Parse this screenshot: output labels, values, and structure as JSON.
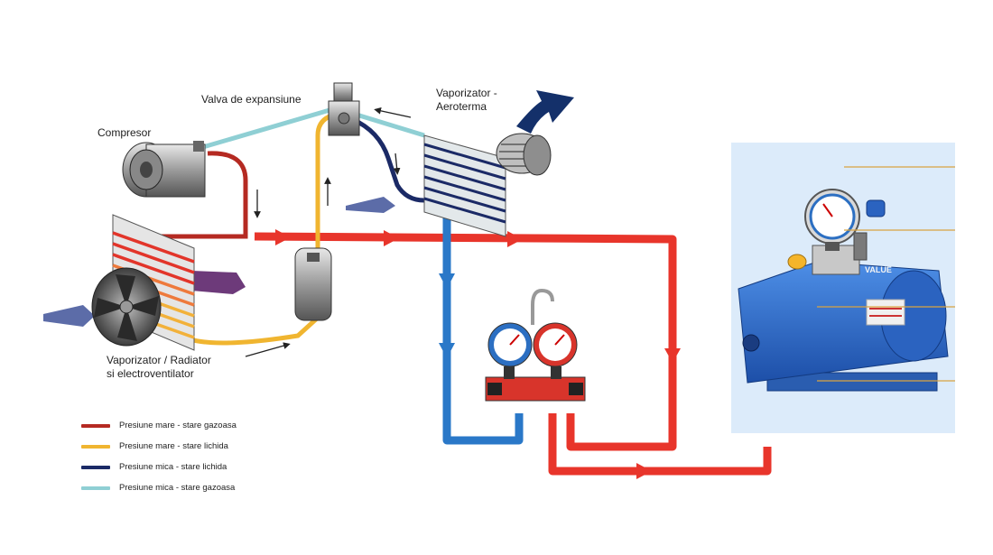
{
  "labels": {
    "compressor": "Compresor",
    "expansion_valve": "Valva de expansiune",
    "evaporator_line1": "Vaporizator -",
    "evaporator_line2": "Aeroterma",
    "condenser_line1": "Vaporizator / Radiator",
    "condenser_line2": "si electroventilator",
    "pump_brand": "VALUE"
  },
  "legend": [
    {
      "label": "Presiune mare - stare gazoasa",
      "color": "#b52a22"
    },
    {
      "label": "Presiune mare - stare lichida",
      "color": "#f0b530"
    },
    {
      "label": "Presiune mica - stare lichida",
      "color": "#1b2a66"
    },
    {
      "label": "Presiune mica - stare gazoasa",
      "color": "#8fcfd4"
    }
  ],
  "colors": {
    "hp_gas": "#b52a22",
    "hp_liquid": "#f0b530",
    "lp_liquid": "#1b2a66",
    "lp_gas": "#8fcfd4",
    "service_red": "#e8352b",
    "service_blue": "#2a78c8",
    "pump_blue": "#2f6fcf",
    "panel_bg": "#dcebfa"
  }
}
